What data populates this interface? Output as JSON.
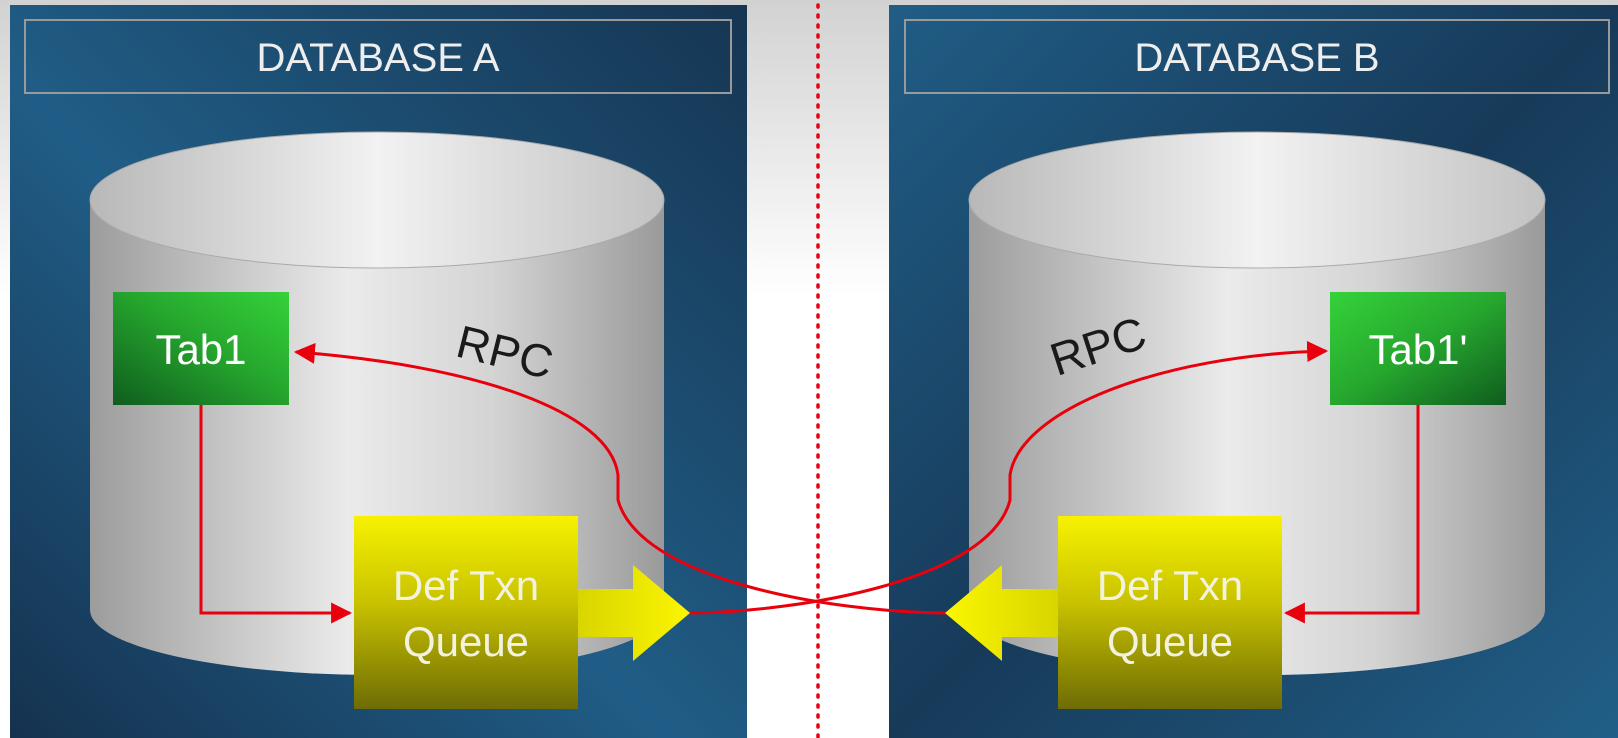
{
  "databases": [
    {
      "title": "DATABASE A",
      "table_label": "Tab1",
      "queue_label_line1": "Def Txn",
      "queue_label_line2": "Queue",
      "rpc_label": "RPC"
    },
    {
      "title": "DATABASE B",
      "table_label": "Tab1'",
      "queue_label_line1": "Def Txn",
      "queue_label_line2": "Queue",
      "rpc_label": "RPC"
    }
  ],
  "colors": {
    "panel_dark": "#163552",
    "panel_light": "#21608a",
    "table_green": "#2ec436",
    "queue_yellow": "#f5f200",
    "arrow_red": "#e8000d",
    "divider_red": "#e8000d",
    "title_text": "#eeeeee"
  }
}
